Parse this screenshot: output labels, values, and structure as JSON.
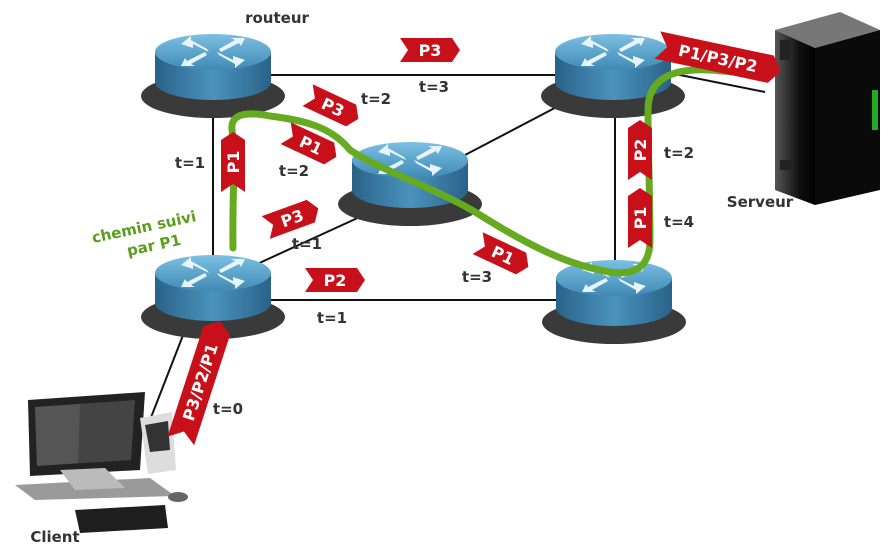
{
  "labels": {
    "router": "routeur",
    "server": "Serveur",
    "client": "Client",
    "path_line1": "chemin suivi",
    "path_line2": "par P1"
  },
  "packets": {
    "top": "P3",
    "server_in": "P1/P3/P2",
    "tl_p3": "P3",
    "tl_p1": "P1",
    "left_p1": "P1",
    "left_p3": "P3",
    "bottom_p2": "P2",
    "center_p1": "P1",
    "right_p2": "P2",
    "right_p1": "P1",
    "client_out": "P3/P2/P1"
  },
  "times": {
    "top": "t=3",
    "tl_p3": "t=2",
    "left_t1": "t=1",
    "tl_p1": "t=2",
    "left_p3": "t=1",
    "bottom": "t=1",
    "center": "t=3",
    "right_p2": "t=2",
    "right_p1": "t=4",
    "client": "t=0"
  },
  "colors": {
    "packet": "#c8101a",
    "path": "#66aa22",
    "router_top": "#5aa7cf",
    "router_side": "#2f6f96",
    "shadow": "#333333"
  }
}
